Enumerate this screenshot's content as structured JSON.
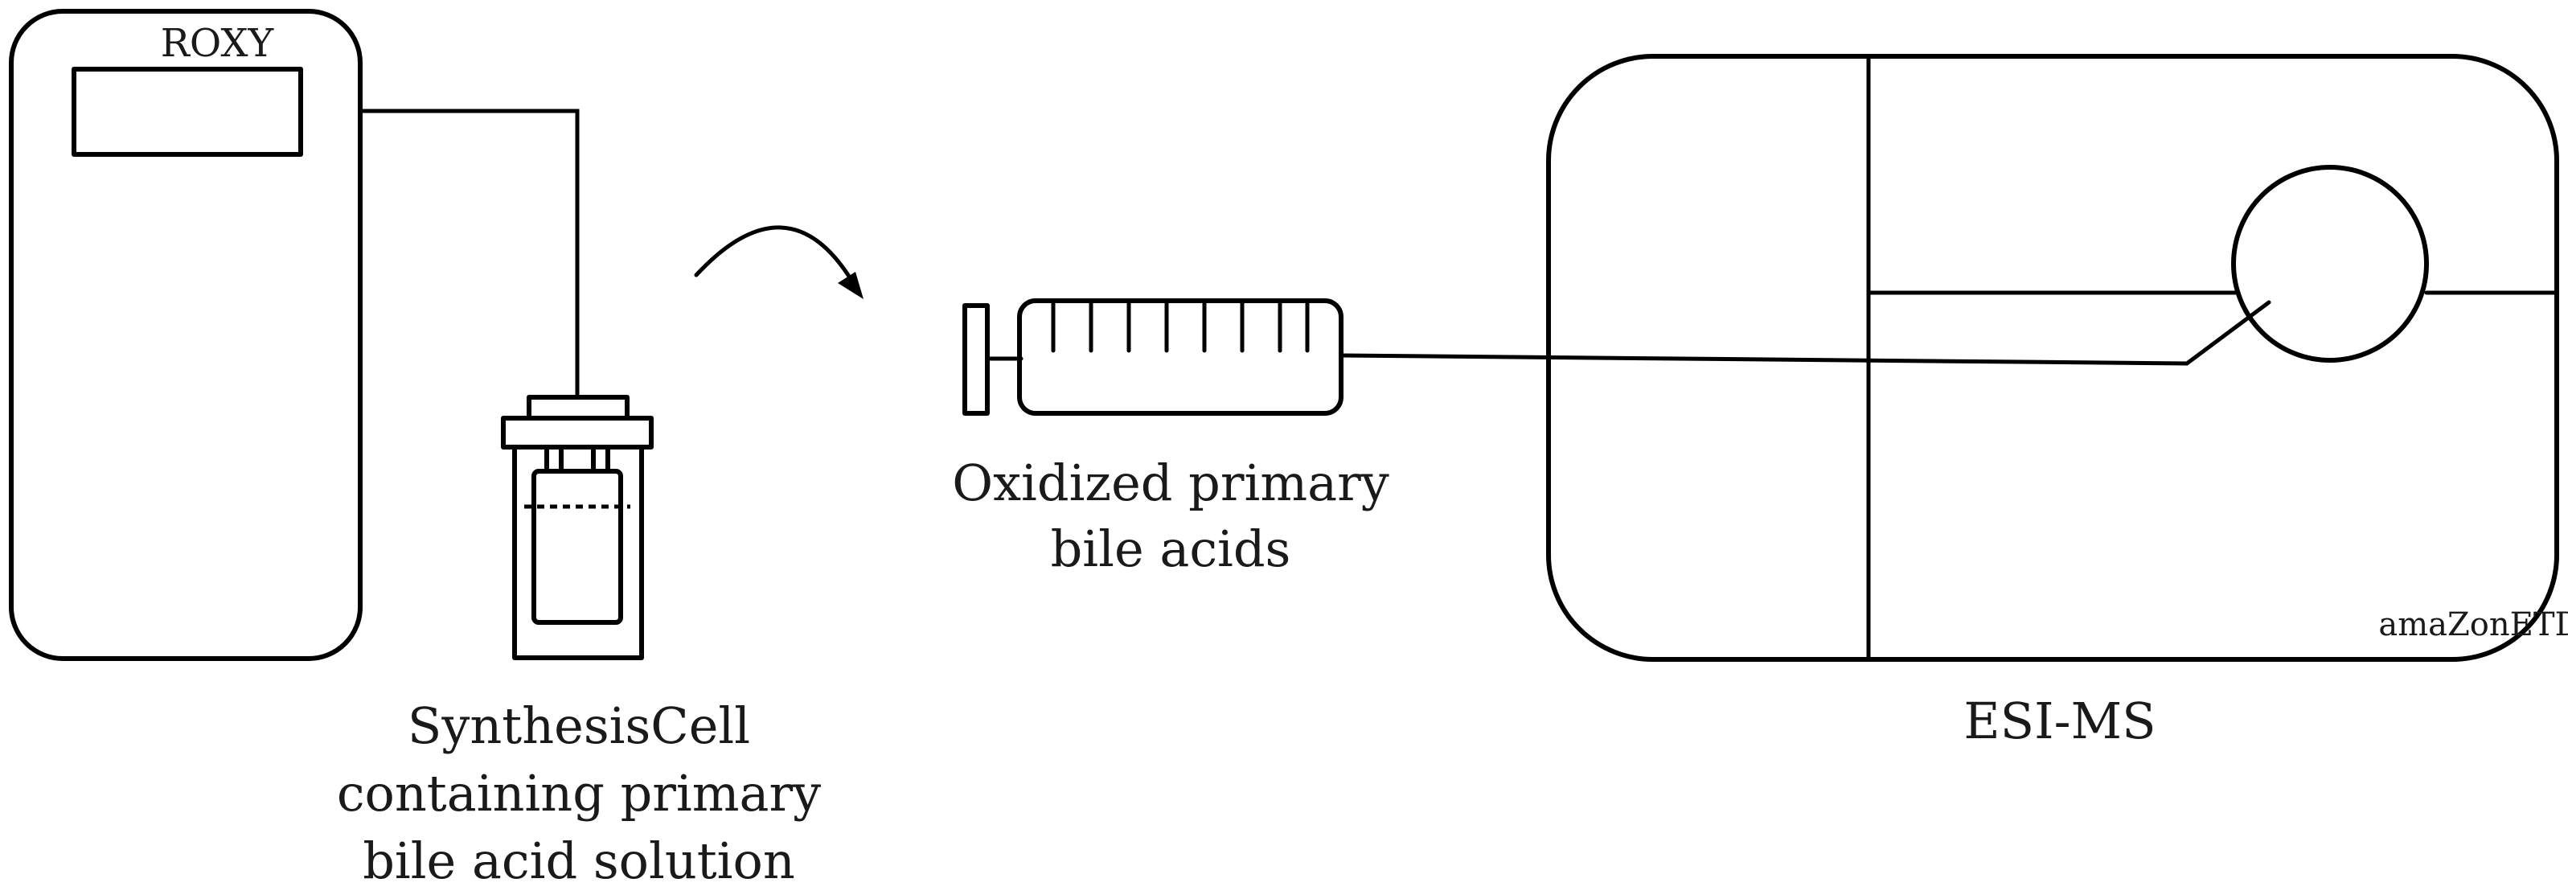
{
  "labels": {
    "roxy": "ROXY",
    "synthesis_cell_line1": "SynthesisCell",
    "synthesis_cell_line2": "containing primary",
    "synthesis_cell_line3": "bile acid solution",
    "syringe_line1": "Oxidized primary",
    "syringe_line2": "bile acids",
    "instrument_model": "amaZonETD",
    "esi_ms": "ESI-MS"
  },
  "colors": {
    "stroke": "#000000",
    "text": "#1a1a1a",
    "background": "#ffffff"
  }
}
